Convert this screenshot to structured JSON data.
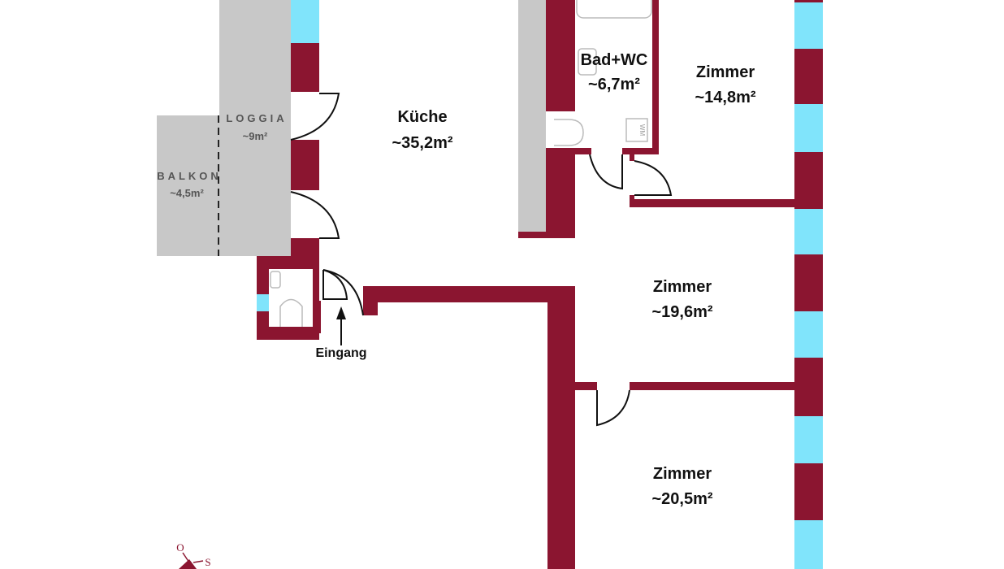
{
  "colors": {
    "wall": "#8b1530",
    "window": "#80e4fb",
    "outdoor": "#c8c8c8",
    "fixture": "#bbbbbb"
  },
  "rooms": {
    "kueche": {
      "name": "Küche",
      "area": "~35,2m²"
    },
    "bad": {
      "name": "Bad+WC",
      "area": "~6,7m²"
    },
    "zimmer1": {
      "name": "Zimmer",
      "area": "~14,8m²"
    },
    "zimmer2": {
      "name": "Zimmer",
      "area": "~19,6m²"
    },
    "zimmer3": {
      "name": "Zimmer",
      "area": "~20,5m²"
    },
    "loggia": {
      "name": "LOGGIA",
      "area": "~9m²"
    },
    "balkon": {
      "name": "BALKON",
      "area": "~4,5m²"
    }
  },
  "labels": {
    "entrance": "Eingang",
    "washer": "WM"
  },
  "compass": {
    "east": "O",
    "south": "S"
  }
}
